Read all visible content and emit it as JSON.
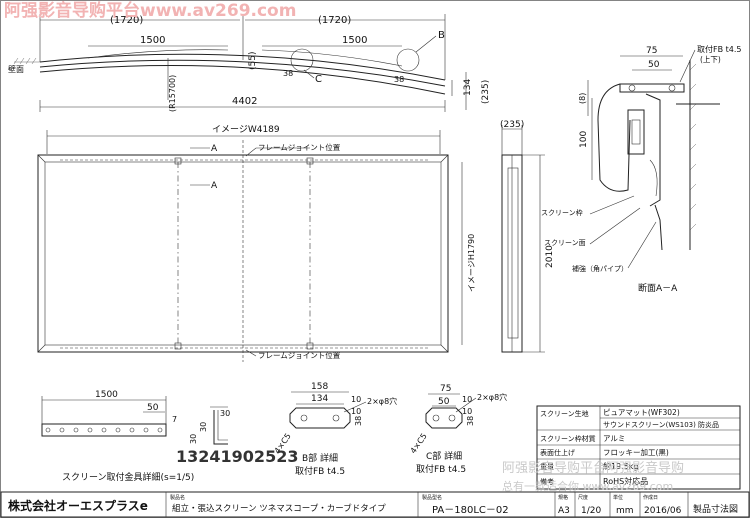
{
  "watermark": {
    "top": "阿强影音导购平台www.av269.com",
    "bottom_line1": "阿强影音导购平台阿强影音导购",
    "bottom_line2": "总有一款适合你 www.av269.com",
    "phone": "13241902523"
  },
  "top_view": {
    "dim_left_half": "(1720)",
    "dim_right_half": "(1720)",
    "dim_left_1500": "1500",
    "dim_right_1500": "1500",
    "dim_55": "(55)",
    "label_b": "B",
    "label_c": "C",
    "dim_38_left": "38",
    "dim_38_right": "38",
    "wall": "壁面",
    "radius": "(R15700)",
    "dim_134": "134",
    "dim_235": "(235)",
    "dim_total": "4402"
  },
  "front_view": {
    "image_width": "イメージW4189",
    "frame_joint_top": "フレームジョイント位置",
    "frame_joint_bottom": "フレームジョイント位置",
    "section_a1": "A",
    "section_a2": "A",
    "image_height": "イメージH1790",
    "dim_2010": "2010",
    "side_depth": "(235)"
  },
  "section_aa": {
    "dim_75": "75",
    "dim_50": "50",
    "fb_label": "取付FB t4.5",
    "fb_sub": "(上下)",
    "dim_8": "(8)",
    "dim_100": "100",
    "screen_frame": "スクリーン枠",
    "screen_face": "スクリーン面",
    "reinforce": "補強（角パイプ）",
    "title": "断面A－A"
  },
  "bracket": {
    "dim_1500": "1500",
    "dim_50": "50",
    "dim_7": "7",
    "dim_30a": "30",
    "dim_30b": "30",
    "dim_30c": "30",
    "title": "スクリーン取付金具詳細(s=1/5)"
  },
  "detail_b": {
    "dim_158": "158",
    "dim_134": "134",
    "dim_10a": "10",
    "dim_10b": "10",
    "hole": "2×φ8穴",
    "chamfer": "4×C5",
    "dim_38": "38",
    "title": "B部 詳細",
    "sub": "取付FB t4.5"
  },
  "detail_c": {
    "dim_75": "75",
    "dim_50": "50",
    "dim_10a": "10",
    "dim_10b": "10",
    "hole": "2×φ8穴",
    "chamfer": "4×C5",
    "dim_38": "38",
    "title": "C部 詳細",
    "sub": "取付FB t4.5"
  },
  "spec_table": {
    "rows": [
      {
        "label": "スクリーン生地",
        "value": "ピュアマット(WF302)"
      },
      {
        "label": "",
        "value": "サウンドスクリーン(WS103) 防炎品"
      },
      {
        "label": "スクリーン枠材質",
        "value": "アルミ"
      },
      {
        "label": "表面仕上げ",
        "value": "フロッキー加工(黒)"
      },
      {
        "label": "重量",
        "value": "約19.5kg"
      },
      {
        "label": "備考",
        "value": "RoHS対応品"
      }
    ]
  },
  "title_block": {
    "company": "株式会社オーエスプラスe",
    "product_name_label": "製品名",
    "product_name": "組立・張込スクリーン ツネマスコープ・カーブドタイプ",
    "model_label": "製品型名",
    "model": "PA－180LC－02",
    "size_label": "規格",
    "size": "A3",
    "scale_label": "尺度",
    "scale": "1/20",
    "unit_label": "単位",
    "unit": "mm",
    "date_label": "作成日",
    "date": "2016/06",
    "drawing_title": "製品寸法図"
  }
}
